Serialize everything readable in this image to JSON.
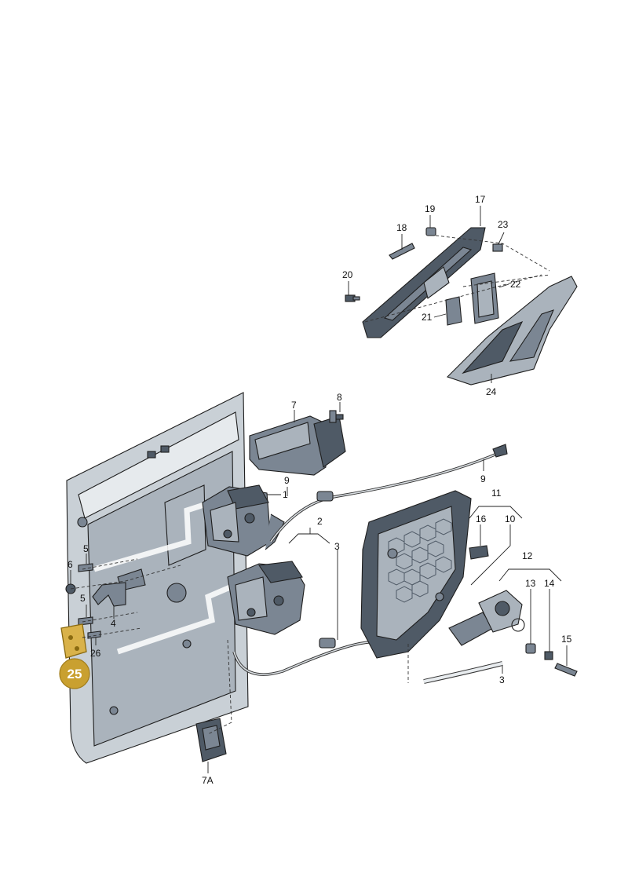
{
  "labels": {
    "p1": "1",
    "p2": "2",
    "p3a": "3",
    "p3b": "3",
    "p4": "4",
    "p5a": "5",
    "p5b": "5",
    "p6": "6",
    "p7": "7",
    "p7a": "7A",
    "p8": "8",
    "p9a": "9",
    "p9b": "9",
    "p10": "10",
    "p11": "11",
    "p12": "12",
    "p13": "13",
    "p14": "14",
    "p15": "15",
    "p16": "16",
    "p17": "17",
    "p18": "18",
    "p19": "19",
    "p20": "20",
    "p21": "21",
    "p22": "22",
    "p23": "23",
    "p24": "24",
    "p26": "26"
  },
  "badge": {
    "text": "25"
  },
  "colors": {
    "badge_fill": "#c9a030",
    "part_dark": "#4f5a66",
    "part_light": "#aab3bc",
    "highlight_part": "#d9b24a"
  }
}
